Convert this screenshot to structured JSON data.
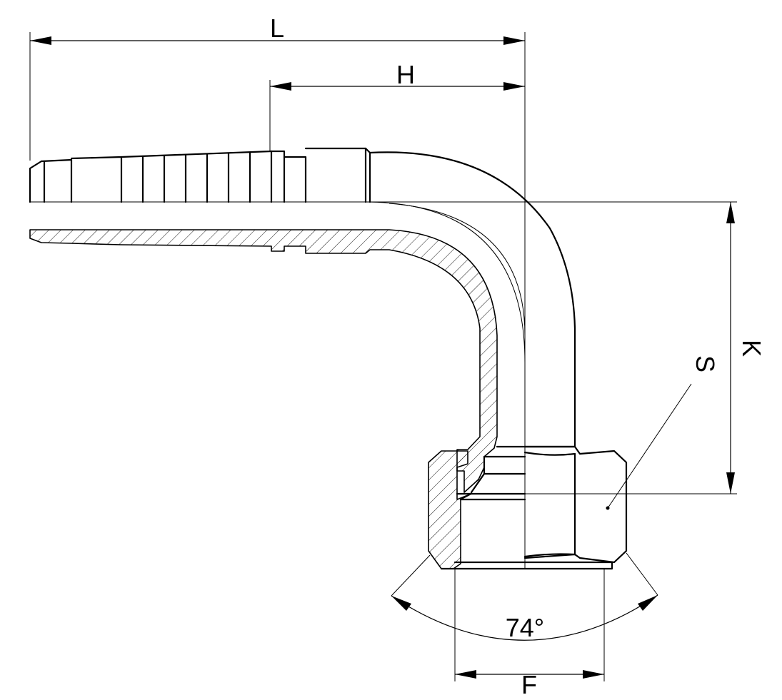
{
  "dimensions": {
    "L": "L",
    "H": "H",
    "K": "K",
    "S": "S",
    "F": "F",
    "angle": "74°"
  },
  "colors": {
    "line": "#000000",
    "background": "#ffffff"
  }
}
